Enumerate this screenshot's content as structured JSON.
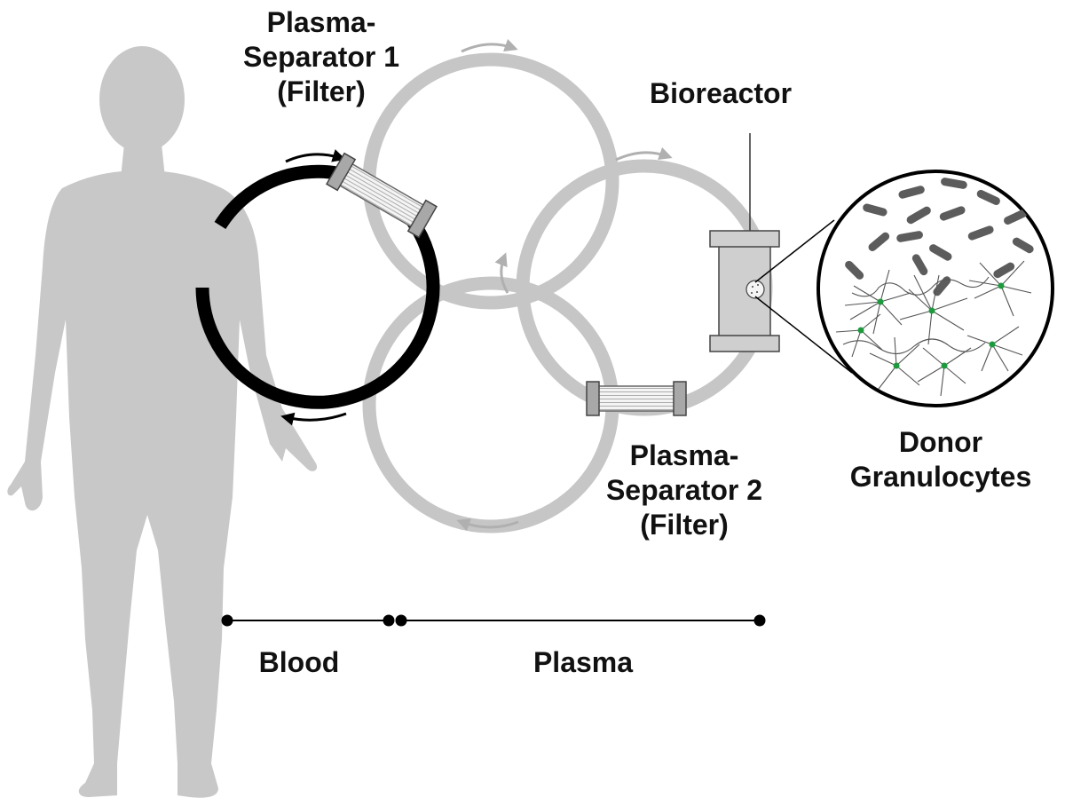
{
  "labels": {
    "separator1": [
      "Plasma-",
      "Separator 1",
      "(Filter)"
    ],
    "bioreactor": "Bioreactor",
    "separator2": [
      "Plasma-",
      "Separator 2",
      "(Filter)"
    ],
    "donor": [
      "Donor",
      "Granulocytes"
    ],
    "blood": "Blood",
    "plasma": "Plasma"
  },
  "colors": {
    "body": "#c8c8c8",
    "blood_loop": "#000000",
    "plasma_loop": "#c6c6c6",
    "filter_housing": "#a8a8a8",
    "bioreactor": "#cfcfcf",
    "bacteria": "#5c5c5c",
    "granulocyte_nucleus": "#1e9a3e"
  },
  "icons": {
    "patient": "human-silhouette-icon",
    "flow": "curved-arrow-icon",
    "filter": "filter-cartridge-icon",
    "magnifier": "magnified-view-icon"
  }
}
